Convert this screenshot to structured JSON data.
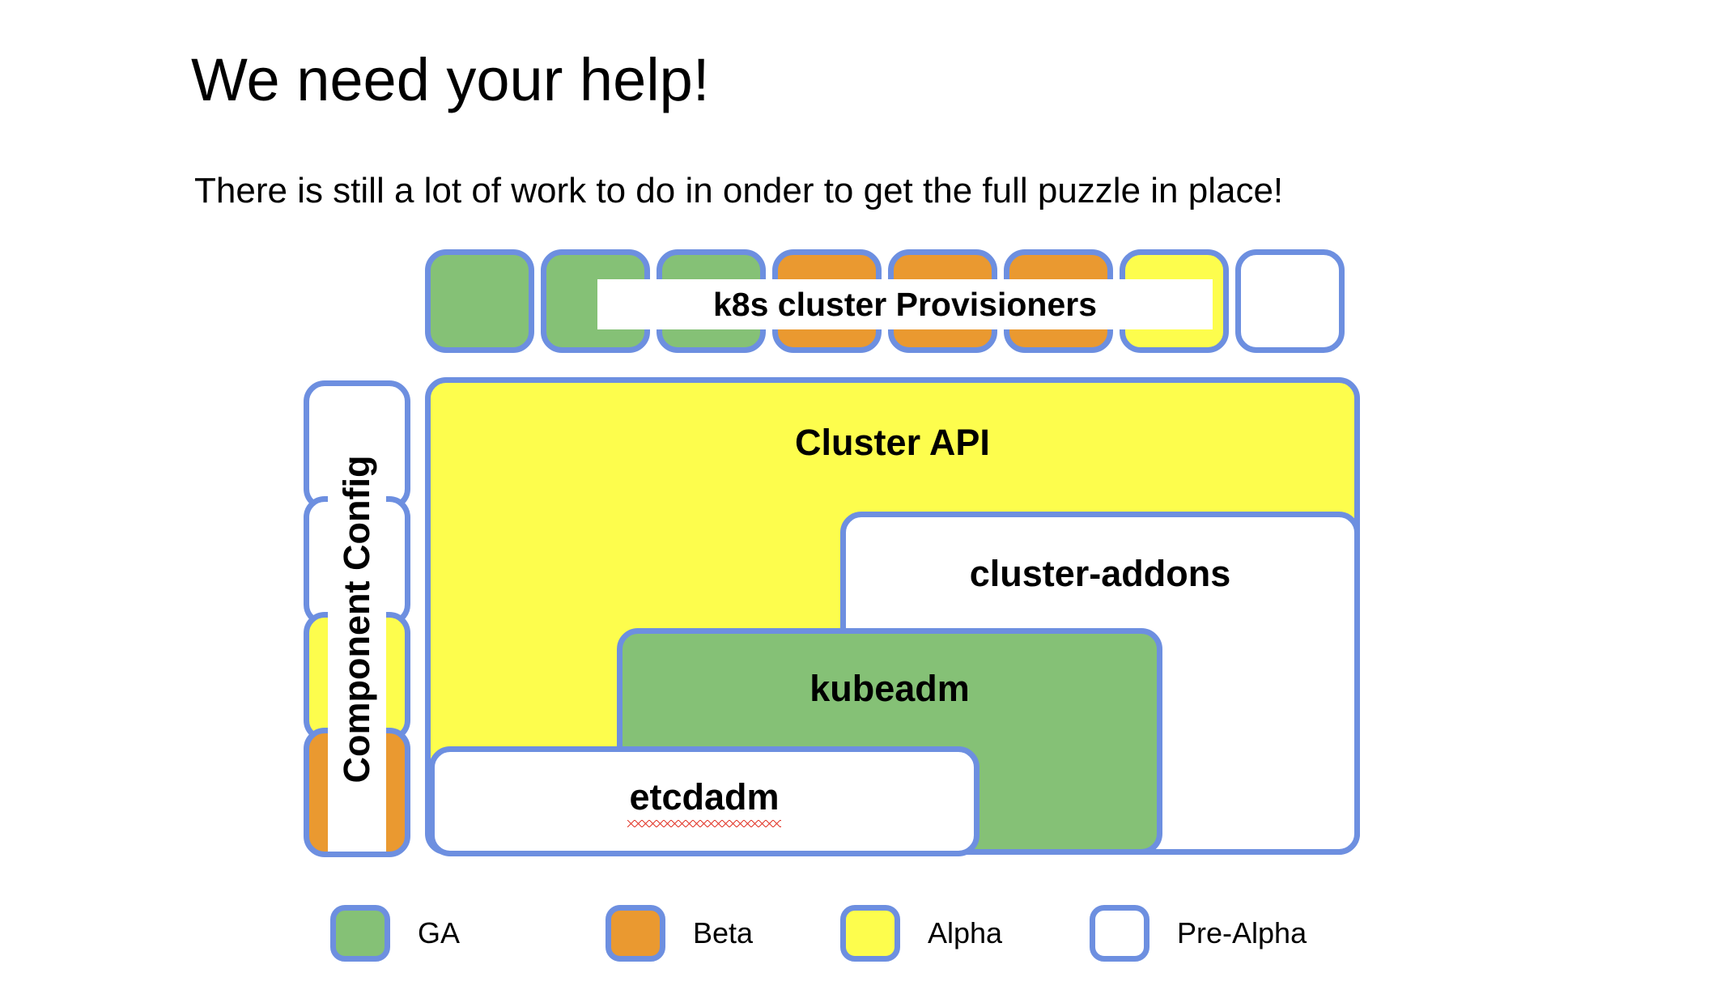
{
  "slide": {
    "title": "We need your help!",
    "subtitle": "There is still a lot of work to do in onder to get the full puzzle in place!"
  },
  "colors": {
    "ga": "#85c176",
    "beta": "#ea9930",
    "alpha": "#fdfd4d",
    "pre_alpha": "#ffffff",
    "stroke": "#6d8fe0",
    "spellcheck_underline": "#e23b2e",
    "text": "#000000",
    "background": "#ffffff"
  },
  "diagram": {
    "provisioners": {
      "band_label": "k8s cluster Provisioners",
      "boxes": [
        {
          "name": "provisioner-1",
          "status": "GA",
          "fill": "#85c176"
        },
        {
          "name": "provisioner-2",
          "status": "GA",
          "fill": "#85c176"
        },
        {
          "name": "provisioner-3",
          "status": "GA",
          "fill": "#85c176"
        },
        {
          "name": "provisioner-4",
          "status": "Beta",
          "fill": "#ea9930"
        },
        {
          "name": "provisioner-5",
          "status": "Beta",
          "fill": "#ea9930"
        },
        {
          "name": "provisioner-6",
          "status": "Beta",
          "fill": "#ea9930"
        },
        {
          "name": "provisioner-7",
          "status": "Alpha",
          "fill": "#fdfd4d"
        },
        {
          "name": "provisioner-8",
          "status": "Pre-Alpha",
          "fill": "#ffffff"
        }
      ]
    },
    "component_config": {
      "band_label": "Component Config",
      "boxes": [
        {
          "name": "component-config-1",
          "status": "Pre-Alpha",
          "fill": "#ffffff"
        },
        {
          "name": "component-config-2",
          "status": "Pre-Alpha",
          "fill": "#ffffff"
        },
        {
          "name": "component-config-3",
          "status": "Alpha",
          "fill": "#fdfd4d"
        },
        {
          "name": "component-config-4",
          "status": "Beta",
          "fill": "#ea9930"
        }
      ]
    },
    "nodes": [
      {
        "name": "cluster-api",
        "label": "Cluster API",
        "status": "Alpha",
        "fill": "#fdfd4d",
        "spellcheck_flagged": false
      },
      {
        "name": "cluster-addons",
        "label": "cluster-addons",
        "status": "Pre-Alpha",
        "fill": "#ffffff",
        "spellcheck_flagged": false
      },
      {
        "name": "kubeadm",
        "label": "kubeadm",
        "status": "GA",
        "fill": "#85c176",
        "spellcheck_flagged": false
      },
      {
        "name": "etcdadm",
        "label": "etcdadm",
        "status": "Pre-Alpha",
        "fill": "#ffffff",
        "spellcheck_flagged": true
      }
    ]
  },
  "legend": {
    "items": [
      {
        "label": "GA",
        "fill": "#85c176"
      },
      {
        "label": "Beta",
        "fill": "#ea9930"
      },
      {
        "label": "Alpha",
        "fill": "#fdfd4d"
      },
      {
        "label": "Pre-Alpha",
        "fill": "#ffffff"
      }
    ]
  }
}
